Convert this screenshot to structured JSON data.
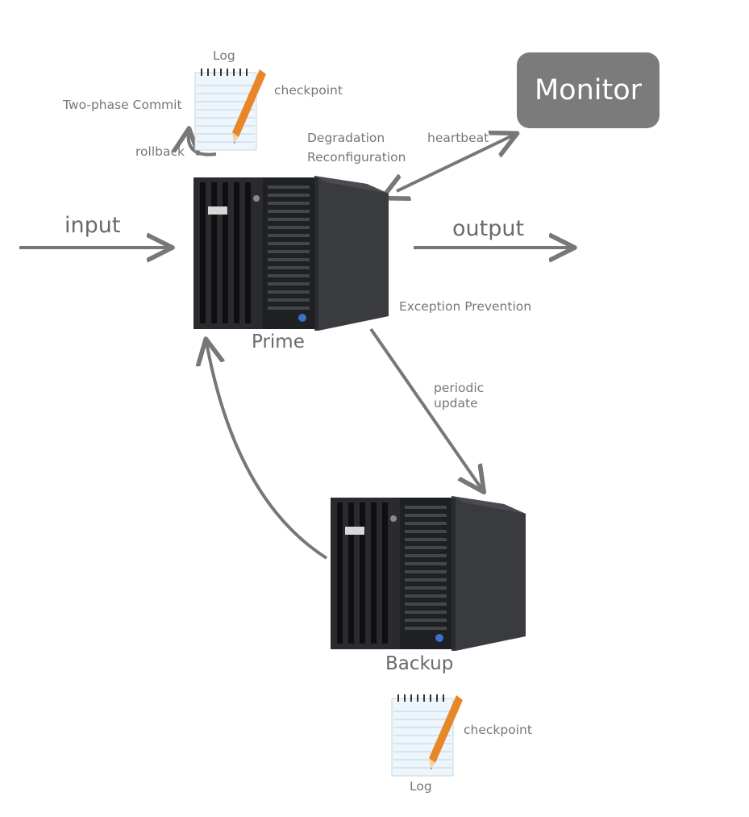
{
  "nodes": {
    "prime": {
      "label": "Prime"
    },
    "backup": {
      "label": "Backup"
    },
    "monitor": {
      "label": "Monitor"
    }
  },
  "prime_log": {
    "title": "Log",
    "checkpoint": "checkpoint",
    "commit": "Two-phase Commit",
    "rollback": "rollback"
  },
  "backup_log": {
    "title": "Log",
    "checkpoint": "checkpoint"
  },
  "edges": {
    "input": "input",
    "output": "output",
    "heartbeat": "heartbeat",
    "degradation": "Degradation",
    "reconfiguration": "Reconfiguration",
    "exception": "Exception Prevention",
    "periodic_line1": "periodic",
    "periodic_line2": "update"
  },
  "colors": {
    "arrow": "#777777",
    "monitor_bg": "#7b7b7b",
    "server_body": "#2b2c2f",
    "pencil": "#e8862a"
  }
}
